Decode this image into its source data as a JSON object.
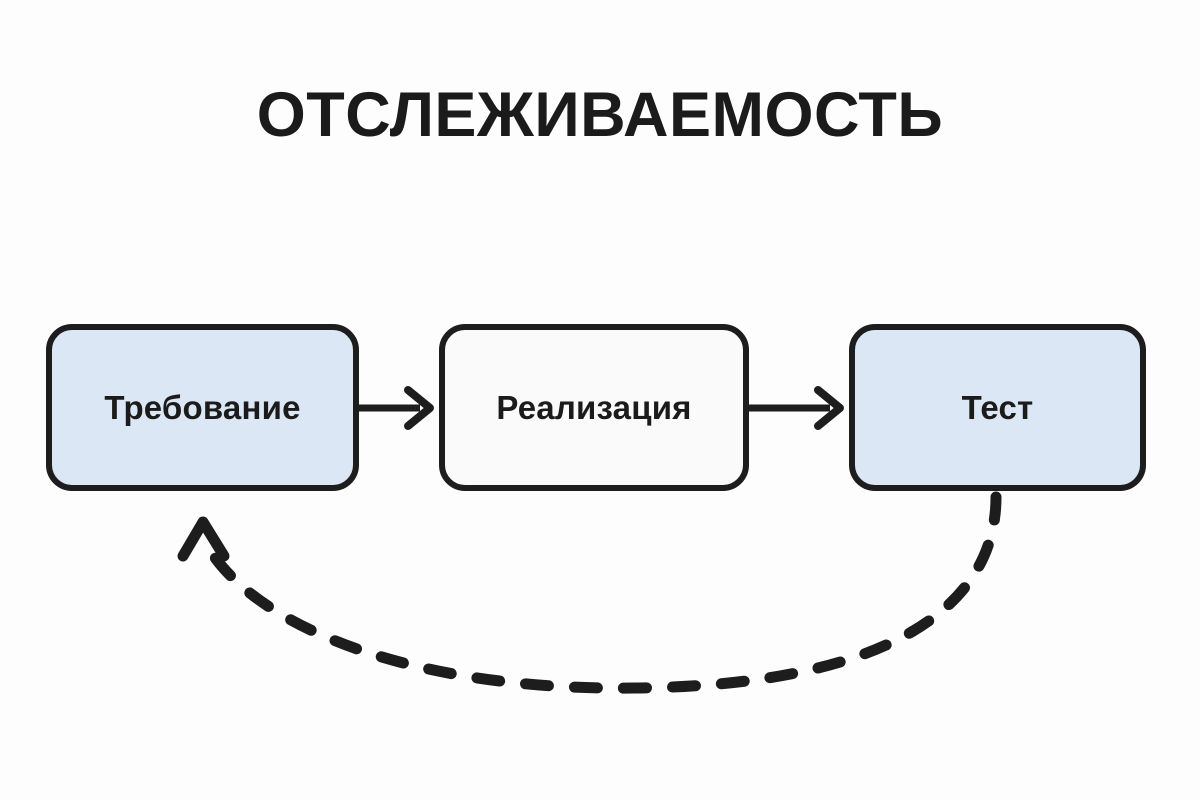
{
  "diagram": {
    "title": "ОТСЛЕЖИВАЕМОСТЬ",
    "background_color": "#fdfdfd",
    "stroke_color": "#1d1d1d",
    "text_color": "#1b1b1b",
    "nodes": [
      {
        "id": "requirement",
        "label": "Требование",
        "fill": "#dce7f6",
        "order": 1
      },
      {
        "id": "implementation",
        "label": "Реализация",
        "fill": "#fafafa",
        "order": 2
      },
      {
        "id": "test",
        "label": "Тест",
        "fill": "#dce7f6",
        "order": 3
      }
    ],
    "connectors": [
      {
        "id": "requirement-to-implementation",
        "from": "requirement",
        "to": "implementation",
        "style": "solid",
        "direction": "right",
        "label": ""
      },
      {
        "id": "implementation-to-test",
        "from": "implementation",
        "to": "test",
        "style": "solid",
        "direction": "right",
        "label": ""
      },
      {
        "id": "test-to-requirement-feedback",
        "from": "test",
        "to": "requirement",
        "style": "dashed",
        "direction": "up",
        "label": ""
      }
    ]
  }
}
